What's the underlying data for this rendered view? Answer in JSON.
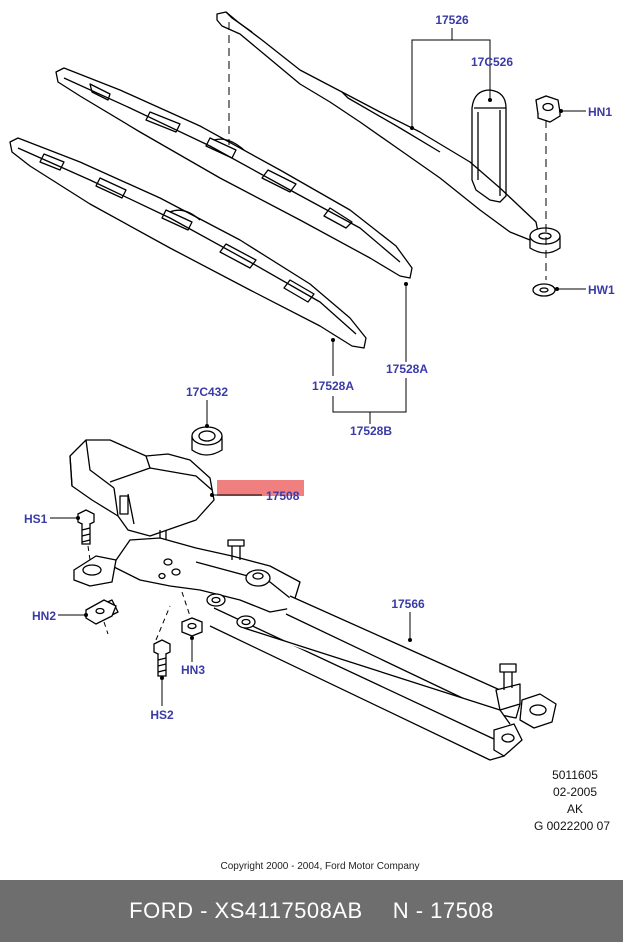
{
  "colors": {
    "callout_text": "#3a3aa8",
    "highlight": "#f08080",
    "footer_bg": "#6e6e6e",
    "footer_text": "#ffffff",
    "line": "#000000"
  },
  "callouts": {
    "arm": "17526",
    "arm_cover": "17C526",
    "nut_hn1": "HN1",
    "washer_hw1": "HW1",
    "blade_a_long": "17528A",
    "blade_a_short": "17528A",
    "blade_set": "17528B",
    "grommet": "17C432",
    "motor": "17508",
    "screw_hs1": "HS1",
    "clip_hn2": "HN2",
    "nut_hn3": "HN3",
    "screw_hs2": "HS2",
    "linkage": "17566"
  },
  "ref_block": {
    "line1": "5011605",
    "line2": "02-2005",
    "line3": "AK",
    "line4": "G 0022200 07"
  },
  "copyright": "Copyright 2000 - 2004, Ford Motor Company",
  "footer": {
    "part_label": "FORD - XS4117508AB",
    "ref_label": "N - 17508"
  }
}
